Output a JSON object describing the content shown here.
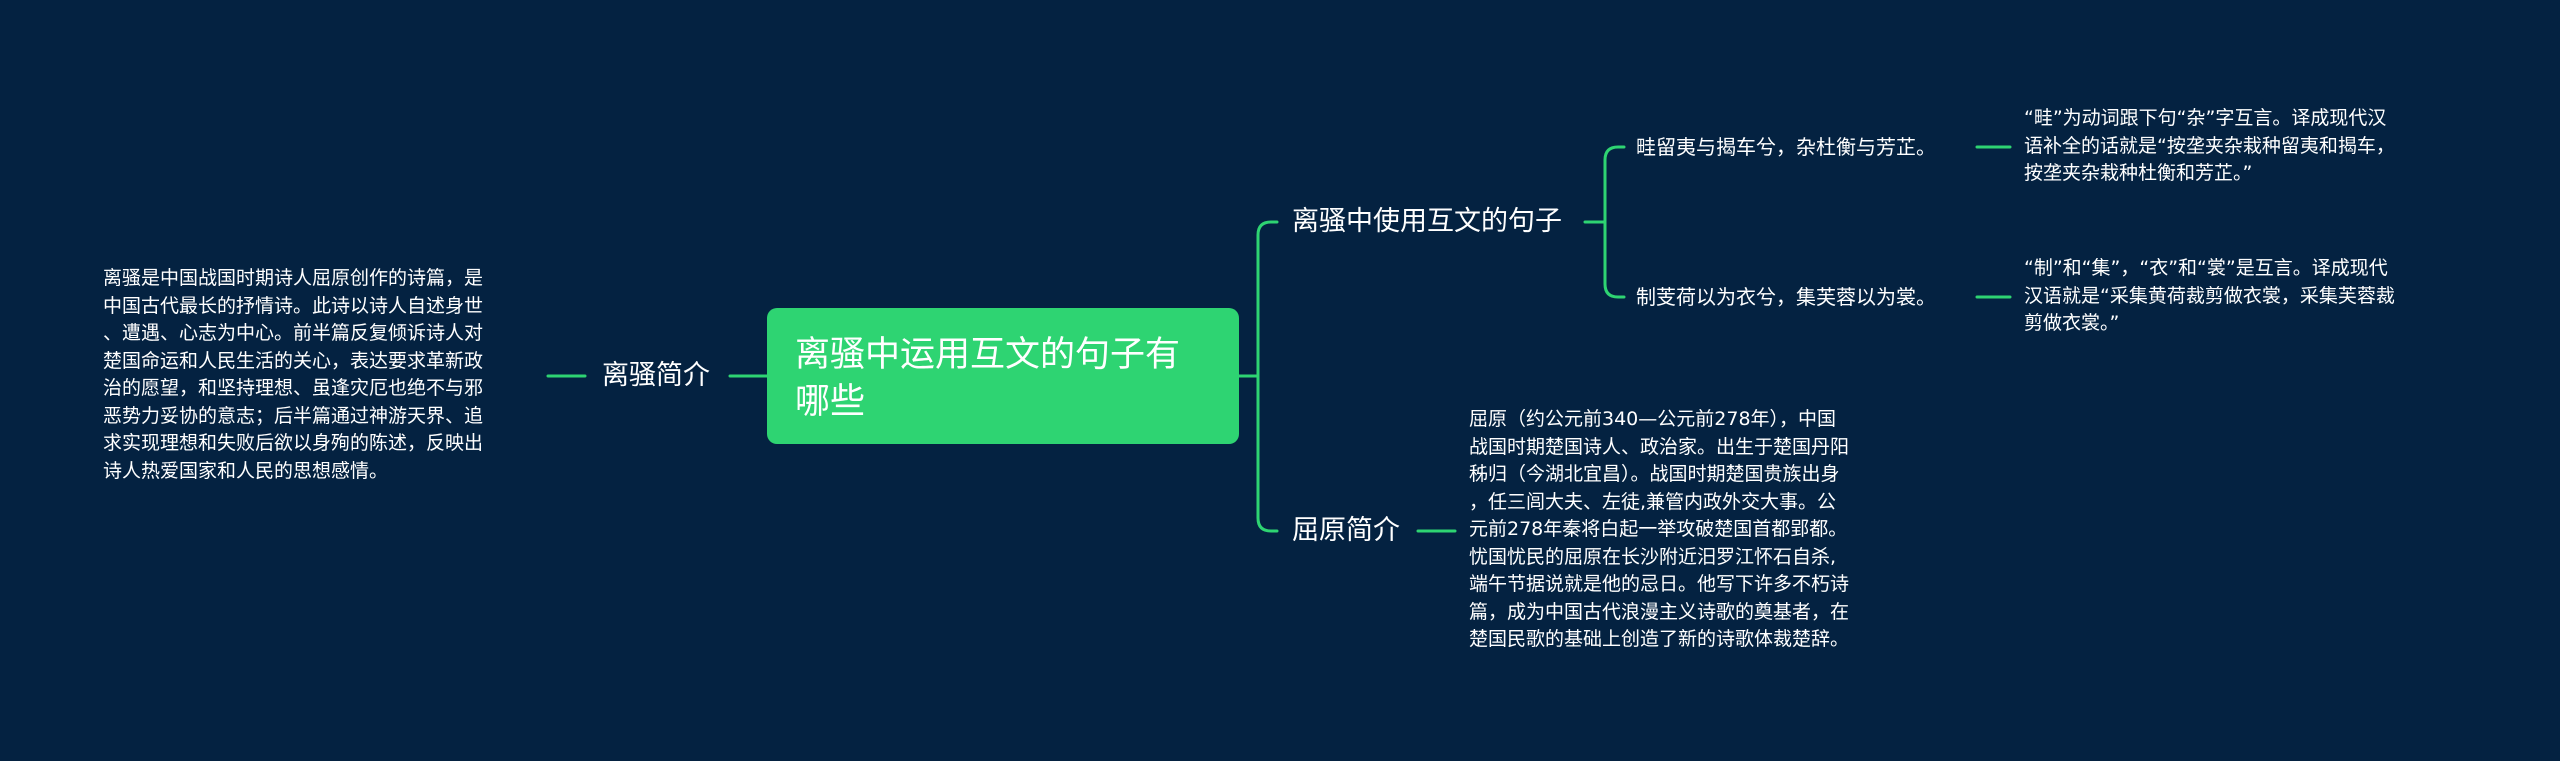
{
  "root": {
    "line1": "离骚中运用互文的句子有",
    "line2": "哪些"
  },
  "branches": {
    "huwen": {
      "label": "离骚中使用互文的句子"
    },
    "quyuan": {
      "label": "屈原简介"
    },
    "lisao": {
      "label": "离骚简介"
    }
  },
  "huwen_children": [
    {
      "sentence": "畦留夷与揭车兮，杂杜衡与芳芷。",
      "note_lines": [
        "“畦”为动词跟下句“杂”字互言。译成现代汉",
        "语补全的话就是“按垄夹杂栽种留夷和揭车，",
        "按垄夹杂栽种杜衡和芳芷。”"
      ]
    },
    {
      "sentence": "制芰荷以为衣兮，集芙蓉以为裳。",
      "note_lines": [
        "“制”和“集”，“衣”和“裳”是互言。译成现代",
        "汉语就是“采集黄荷裁剪做衣裳，采集芙蓉裁",
        "剪做衣裳。”"
      ]
    }
  ],
  "quyuan_text": [
    "屈原（约公元前340—公元前278年），中国",
    "战国时期楚国诗人、政治家。出生于楚国丹阳",
    "秭归（今湖北宜昌）。战国时期楚国贵族出身",
    "，任三闾大夫、左徒,兼管内政外交大事。公",
    "元前278年秦将白起一举攻破楚国首都郢都。",
    "忧国忧民的屈原在长沙附近汨罗江怀石自杀,",
    "端午节据说就是他的忌日。他写下许多不朽诗",
    "篇，成为中国古代浪漫主义诗歌的奠基者，在",
    "楚国民歌的基础上创造了新的诗歌体裁楚辞。"
  ],
  "lisao_text": [
    "离骚是中国战国时期诗人屈原创作的诗篇，是",
    "中国古代最长的抒情诗。此诗以诗人自述身世",
    "、遭遇、心志为中心。前半篇反复倾诉诗人对",
    "楚国命运和人民生活的关心，表达要求革新政",
    "治的愿望，和坚持理想、虽逢灾厄也绝不与邪",
    "恶势力妥协的意志；后半篇通过神游天界、追",
    "求实现理想和失败后欲以身殉的陈述，反映出",
    "诗人热爱国家和人民的思想感情。"
  ],
  "colors": {
    "background": "#042241",
    "root_fill": "#2ed472",
    "connector": "#2ed472",
    "text": "#ffffff"
  }
}
